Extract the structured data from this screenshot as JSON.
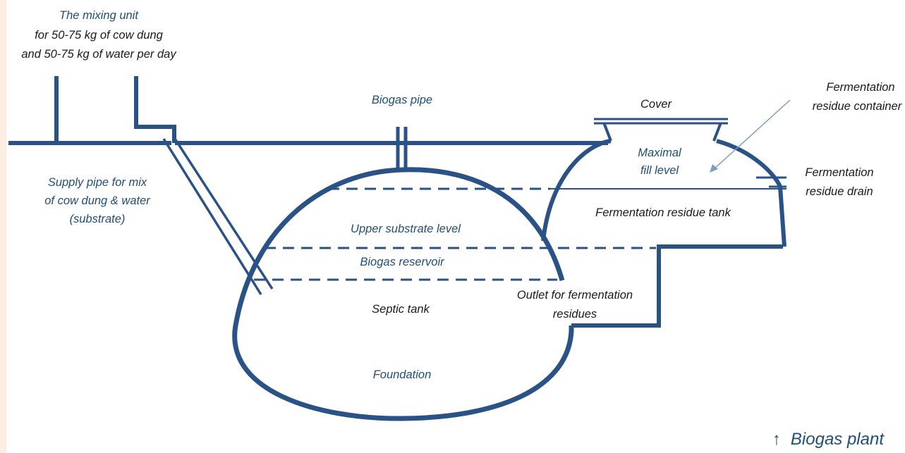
{
  "labels": {
    "mixing_unit_1": "The mixing unit",
    "mixing_unit_2": "for 50-75 kg of cow dung",
    "mixing_unit_3": "and 50-75 kg of water per day",
    "biogas_pipe": "Biogas pipe",
    "cover": "Cover",
    "container_1": "Fermentation",
    "container_2": "residue container",
    "max_fill_1": "Maximal",
    "max_fill_2": "fill level",
    "drain_1": "Fermentation",
    "drain_2": "residue drain",
    "supply_1": "Supply pipe for mix",
    "supply_2": "of cow dung & water",
    "supply_3": "(substrate)",
    "residue_tank": "Fermentation residue tank",
    "upper_level": "Upper substrate level",
    "reservoir": "Biogas reservoir",
    "outlet_1": "Outlet for fermentation",
    "outlet_2": "residues",
    "septic": "Septic tank",
    "foundation": "Foundation"
  },
  "caption": {
    "arrow": "↑",
    "text": "Biogas plant"
  },
  "colors": {
    "line": "#2a5286",
    "label_blue": "#1f4e79",
    "label_dark": "#1a1a1a",
    "page_strip": "#fdeee4"
  }
}
